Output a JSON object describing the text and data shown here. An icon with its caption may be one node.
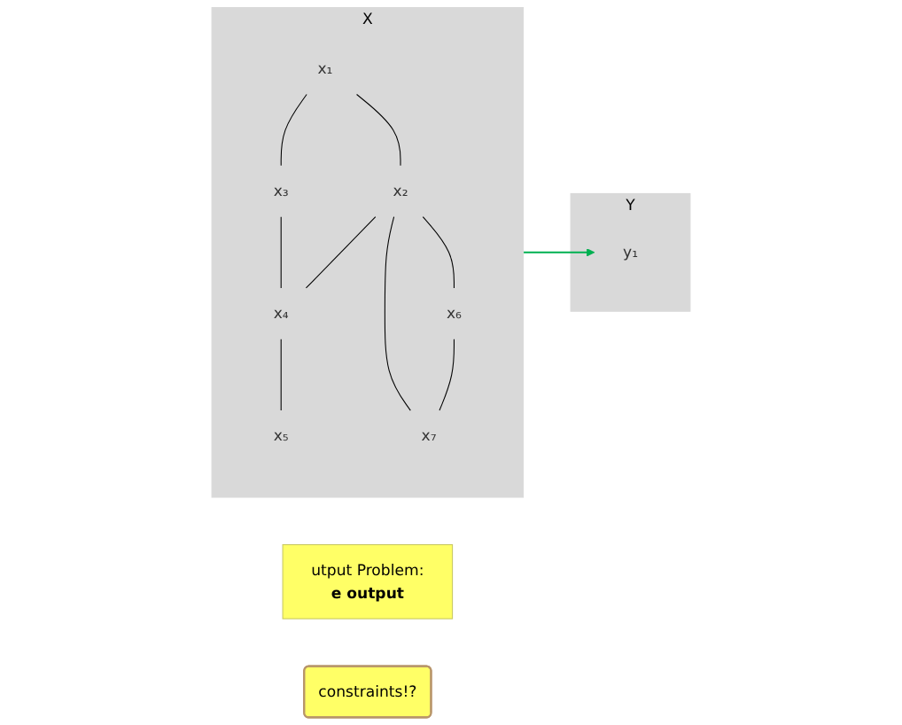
{
  "diagram": {
    "nodes": [
      {
        "text": [
          "utput Problem:",
          "e output"
        ]
      },
      {
        "text": [
          "constraints!?"
        ]
      },
      {
        "text": [
          "X"
        ]
      },
      {
        "text": [
          "x₁"
        ],
        "in": 2
      },
      {
        "text": [
          "x₂"
        ],
        "in": 2
      },
      {
        "text": [
          "x₃"
        ],
        "in": 2
      },
      {
        "text": [
          "x₄"
        ],
        "in": 2
      },
      {
        "text": [
          "x₅"
        ],
        "in": 2
      },
      {
        "text": [
          "x₆"
        ],
        "in": 2
      },
      {
        "text": [
          "x₇"
        ],
        "in": 2
      },
      {
        "text": [
          "Y"
        ]
      },
      {
        "text": [
          "y₁"
        ],
        "in": 10
      }
    ],
    "edges": [
      {
        "from": 3,
        "to": 5,
        "arrow": "none"
      },
      {
        "from": 5,
        "to": 6,
        "arrow": "none"
      },
      {
        "from": 3,
        "to": 4,
        "arrow": "none"
      },
      {
        "from": 4,
        "to": 6,
        "arrow": "none"
      },
      {
        "from": 6,
        "to": 7,
        "arrow": "none"
      },
      {
        "from": 4,
        "to": 9,
        "arrow": "none"
      },
      {
        "from": 4,
        "to": 8,
        "arrow": "none"
      },
      {
        "from": 8,
        "to": 9,
        "arrow": "none"
      },
      {
        "from": 2,
        "to": 11,
        "arrow": "to",
        "color": "#00b050"
      }
    ]
  }
}
